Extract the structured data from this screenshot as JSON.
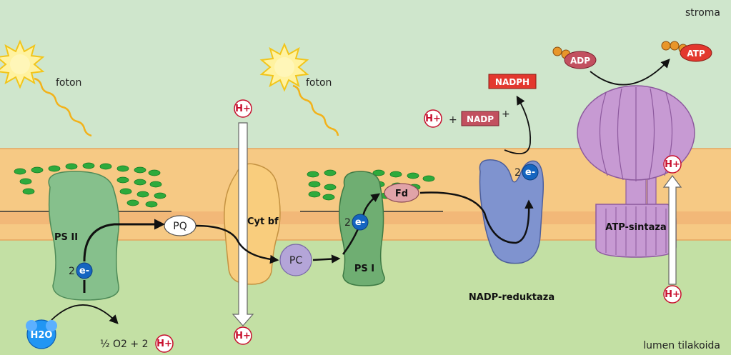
{
  "labels": {
    "stroma": "stroma",
    "lumen": "lumen tilakoida",
    "foton_1": "foton",
    "foton_2": "foton",
    "ps2": "PS II",
    "ps1": "PS I",
    "cyt": "Cyt bf",
    "pq": "PQ",
    "pc": "PC",
    "fd": "Fd",
    "nadp_reductase": "NADP-reduktaza",
    "atp_synthase": "ATP-sintaza",
    "nadph": "NADPH",
    "nadp": "NADP",
    "adp": "ADP",
    "atp": "ATP",
    "h2o": "H2O",
    "oxygen": "½ O2 + 2",
    "hplus": "H+",
    "electron": "e-",
    "two": "2",
    "plus": "+"
  },
  "colors": {
    "stroma": "#cfe6cc",
    "lumen": "#c3e0a4",
    "membrane": "#f6c984",
    "psii": "#86c08c",
    "psi": "#6fae72",
    "cyt": "#f9cd7d",
    "reductase": "#7f93cf",
    "atp_synthase": "#c79ad3",
    "electron": "#1565c0",
    "hplus": "#c8102e"
  }
}
